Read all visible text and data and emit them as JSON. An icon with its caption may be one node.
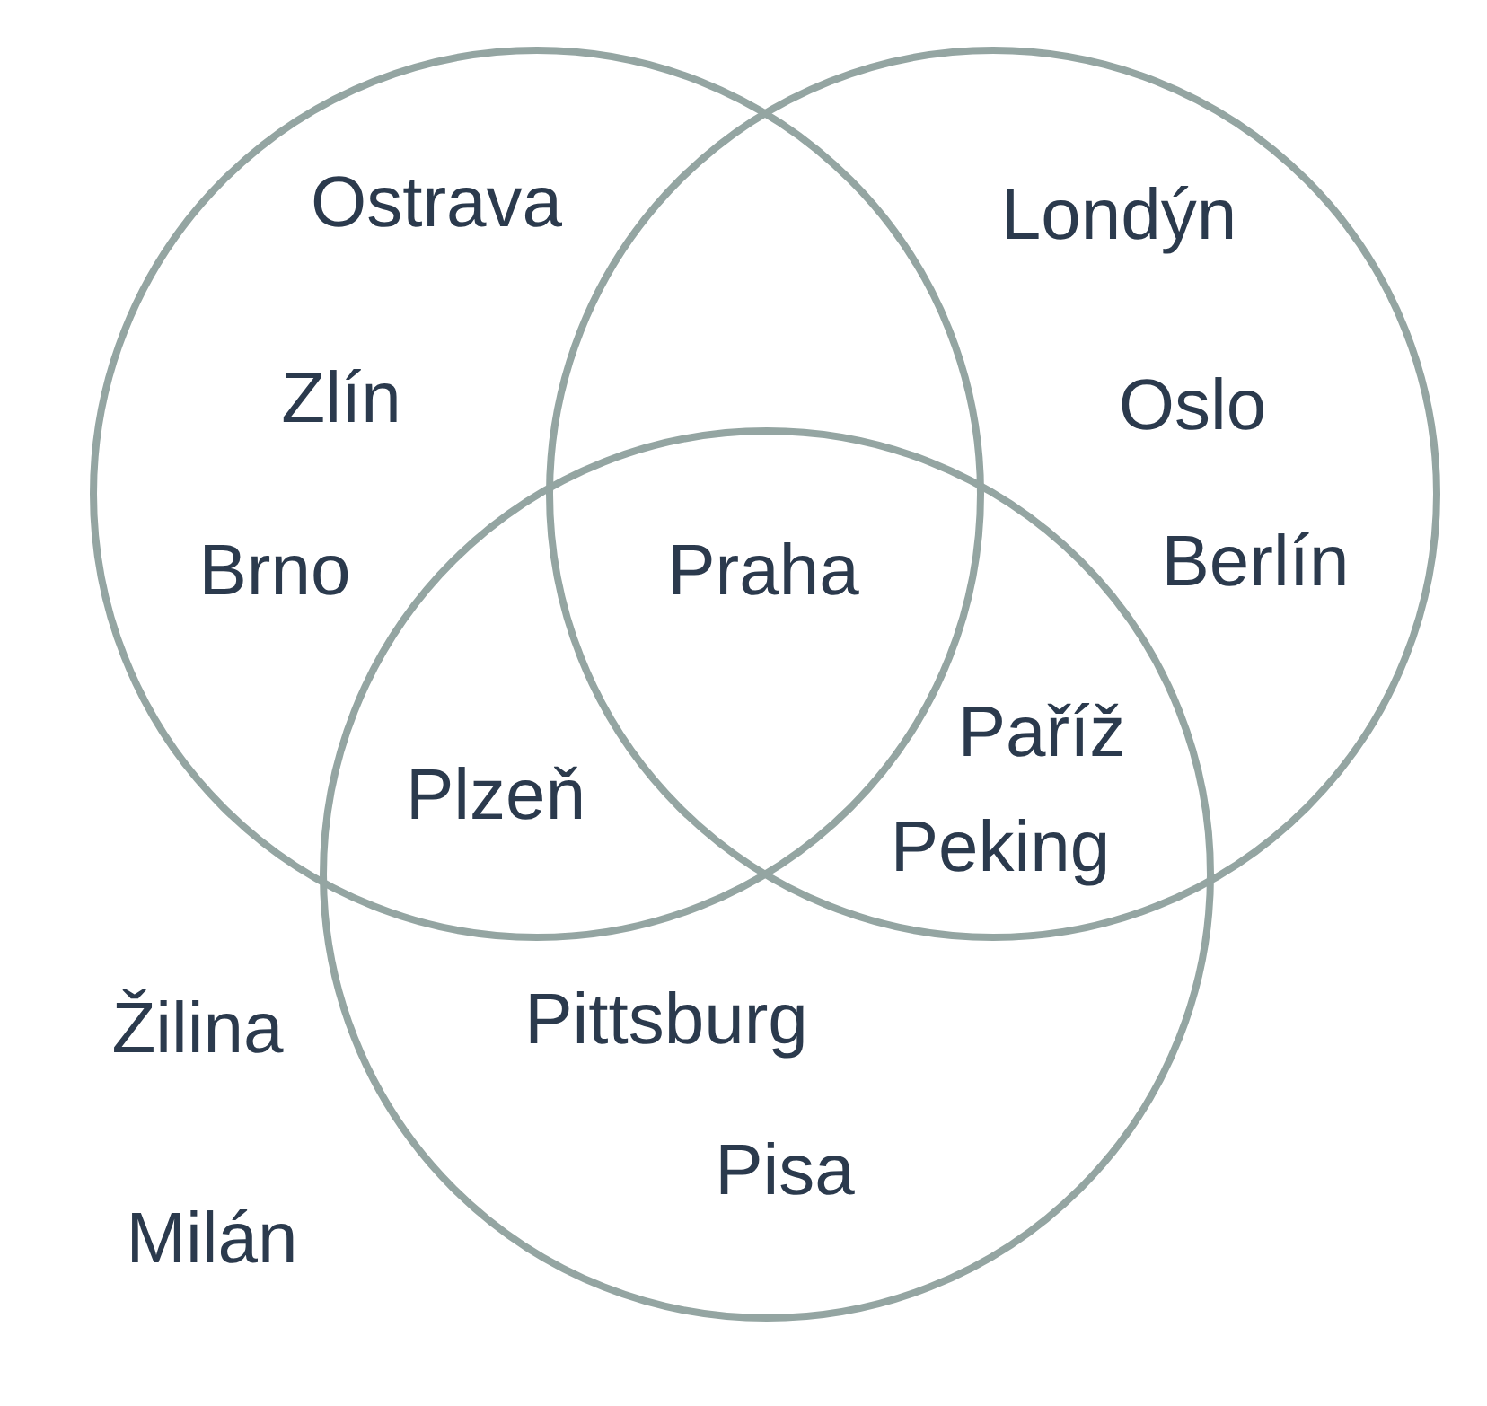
{
  "diagram": {
    "nodes": [
      {
        "text": [],
        "shape": "circle"
      },
      {
        "text": [],
        "shape": "circle"
      },
      {
        "text": [],
        "shape": "circle"
      }
    ],
    "labels": [
      "Ostrava",
      "Londýn",
      "Zlín",
      "Oslo",
      "Brno",
      "Praha",
      "Berlín",
      "Paříž",
      "Plzeň",
      "Peking",
      "Žilina",
      "Pittsburg",
      "Pisa",
      "Milán"
    ]
  }
}
